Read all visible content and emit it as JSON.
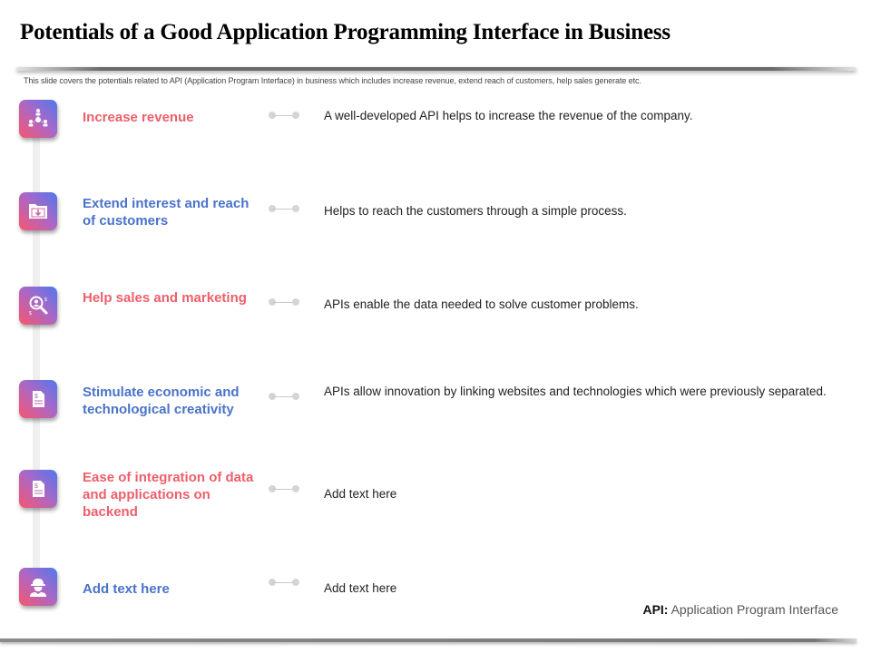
{
  "slide": {
    "title": "Potentials of a Good Application Programming Interface in Business",
    "subtitle": "This slide covers the potentials related to API  (Application Program Interface) in business which includes increase revenue, extend reach of customers, help sales generate etc.",
    "colors": {
      "heading_red": "#ec5f6b",
      "heading_blue": "#4a72c9",
      "icon_gradient_start": "#4f78ec",
      "icon_gradient_mid": "#a768c9",
      "icon_gradient_end": "#f8566e",
      "connector": "#d5d5d5",
      "timeline": "#efefef"
    },
    "items": [
      {
        "icon": "network-people-icon",
        "heading": "Increase revenue",
        "heading_color": "red",
        "description": "A well-developed API helps to increase the revenue of the company."
      },
      {
        "icon": "folder-download-icon",
        "heading": "Extend interest  and reach of customers",
        "heading_color": "blue",
        "description": "Helps to reach the customers through a simple process."
      },
      {
        "icon": "search-user-icon",
        "heading": "Help sales  and marketing",
        "heading_color": "red",
        "description": "APIs enable the data needed to solve customer problems."
      },
      {
        "icon": "invoice-dollar-icon",
        "heading": "Stimulate economic and technological creativity",
        "heading_color": "blue",
        "description": "APIs allow innovation by linking websites and technologies which were previously separated."
      },
      {
        "icon": "invoice-dollar-icon",
        "heading": "Ease of integration of data and applications on backend",
        "heading_color": "red",
        "description": "Add text here"
      },
      {
        "icon": "worker-helmet-icon",
        "heading": "Add text  here",
        "heading_color": "blue",
        "description": "Add text here"
      }
    ],
    "footnote": {
      "term": "API:",
      "definition": " Application  Program Interface"
    }
  }
}
